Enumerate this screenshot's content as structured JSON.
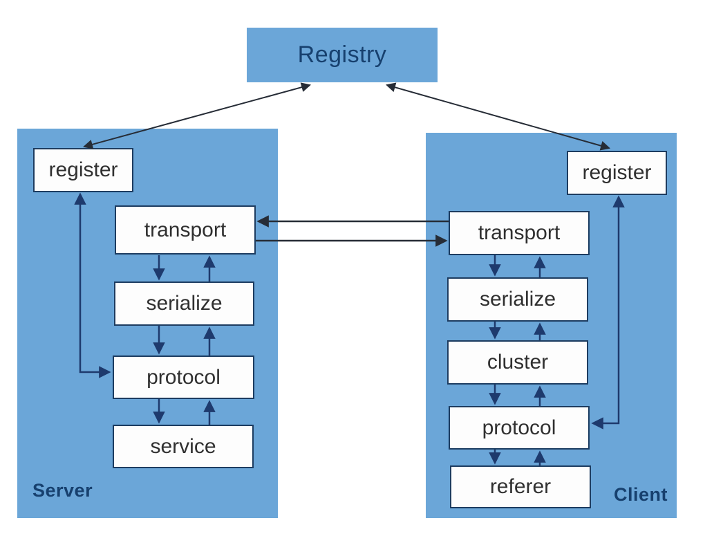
{
  "colors": {
    "page-bg": "#ffffff",
    "panel-blue": "#6ba6d8",
    "box-bg": "#fdfdfd",
    "box-border": "#1d3c60",
    "box-text": "#303030",
    "navy-text": "#17406e",
    "arrow-navy": "#1e3a6d",
    "arrow-dark": "#262c36"
  },
  "registry": {
    "label": "Registry"
  },
  "server": {
    "label": "Server",
    "nodes": [
      {
        "label": "register"
      },
      {
        "label": "transport"
      },
      {
        "label": "serialize"
      },
      {
        "label": "protocol"
      },
      {
        "label": "service"
      }
    ]
  },
  "client": {
    "label": "Client",
    "nodes": [
      {
        "label": "register"
      },
      {
        "label": "transport"
      },
      {
        "label": "serialize"
      },
      {
        "label": "cluster"
      },
      {
        "label": "protocol"
      },
      {
        "label": "referer"
      }
    ]
  },
  "edges": [
    {
      "a": "server.register",
      "b": "registry",
      "style": "double-arrow"
    },
    {
      "a": "client.register",
      "b": "registry",
      "style": "double-arrow"
    },
    {
      "a": "client.transport",
      "b": "server.transport",
      "style": "arrow"
    },
    {
      "a": "server.transport",
      "b": "client.transport",
      "style": "arrow"
    },
    {
      "a": "server.register",
      "b": "server.protocol",
      "style": "double-arrow"
    },
    {
      "a": "client.register",
      "b": "client.protocol",
      "style": "double-arrow"
    },
    {
      "a": "server.transport",
      "b": "server.serialize",
      "style": "down-up-pair"
    },
    {
      "a": "server.serialize",
      "b": "server.protocol",
      "style": "down-up-pair"
    },
    {
      "a": "server.protocol",
      "b": "server.service",
      "style": "down-up-pair"
    },
    {
      "a": "client.transport",
      "b": "client.serialize",
      "style": "down-up-pair"
    },
    {
      "a": "client.serialize",
      "b": "client.cluster",
      "style": "down-up-pair"
    },
    {
      "a": "client.cluster",
      "b": "client.protocol",
      "style": "down-up-pair"
    },
    {
      "a": "client.protocol",
      "b": "client.referer",
      "style": "down-up-pair"
    }
  ]
}
